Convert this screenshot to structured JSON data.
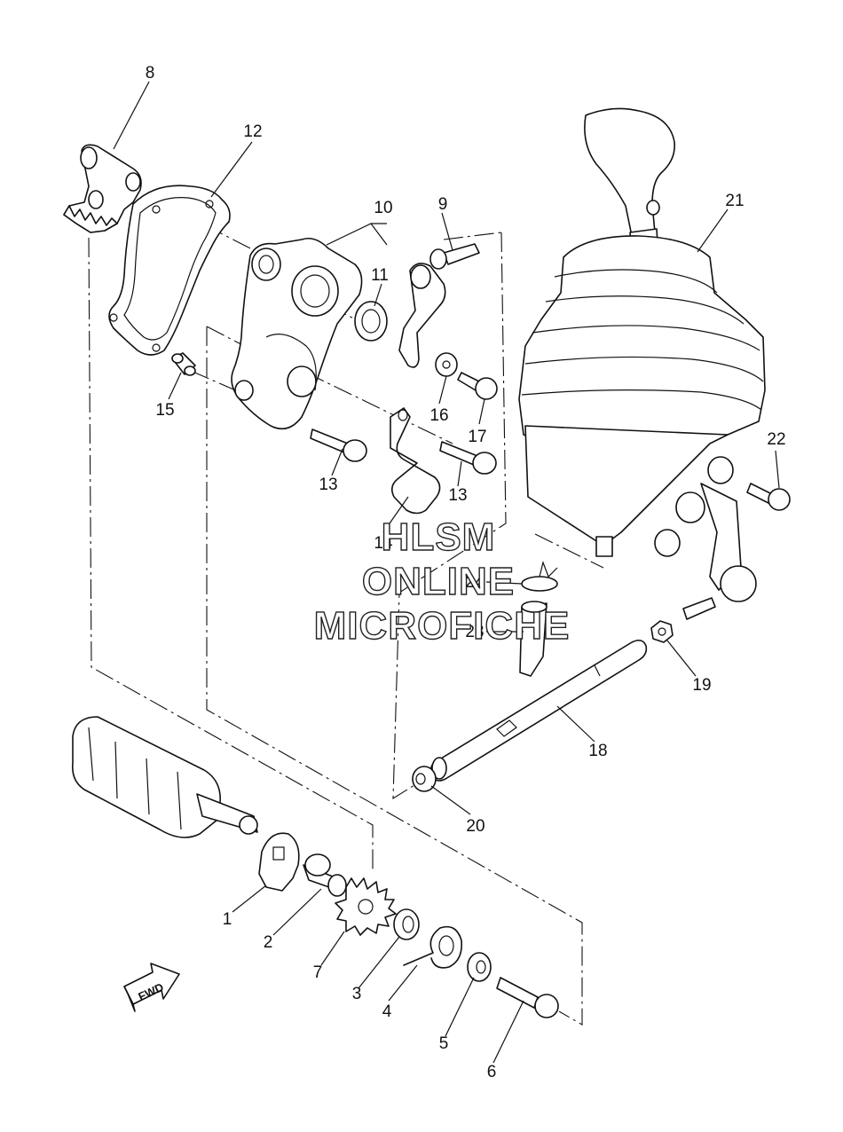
{
  "watermark": {
    "line1": "HLSM",
    "line2": "ONLINE",
    "line3": "MICROFICHE"
  },
  "fwd_label": "FWD",
  "callouts": [
    "1",
    "2",
    "3",
    "4",
    "5",
    "6",
    "7",
    "8",
    "9",
    "10",
    "11",
    "12",
    "13",
    "13",
    "14",
    "15",
    "16",
    "17",
    "18",
    "19",
    "20",
    "21",
    "22",
    "23",
    "24"
  ],
  "icons": {
    "direction_arrow": "fwd-arrow-icon"
  }
}
